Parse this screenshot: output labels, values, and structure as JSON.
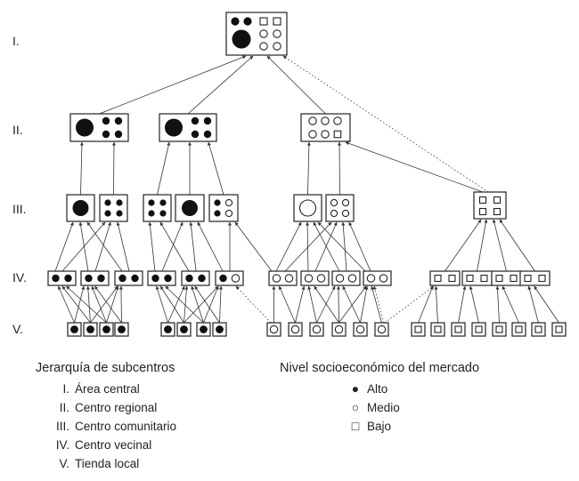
{
  "levels": [
    "I.",
    "II.",
    "III.",
    "IV.",
    "V."
  ],
  "hierarchy_legend": {
    "title": "Jerarquía de subcentros",
    "items": [
      {
        "num": "I.",
        "label": "Área central"
      },
      {
        "num": "II.",
        "label": "Centro regional"
      },
      {
        "num": "III.",
        "label": "Centro comunitario"
      },
      {
        "num": "IV.",
        "label": "Centro vecinal"
      },
      {
        "num": "V.",
        "label": "Tienda local"
      }
    ]
  },
  "market_legend": {
    "title": "Nivel socioeconómico del mercado",
    "items": [
      {
        "symbol": "●",
        "label": "Alto"
      },
      {
        "symbol": "○",
        "label": "Medio"
      },
      {
        "symbol": "□",
        "label": "Bajo"
      }
    ]
  },
  "colors": {
    "line": "#333333",
    "fill": "#111111",
    "stroke": "#222222"
  }
}
